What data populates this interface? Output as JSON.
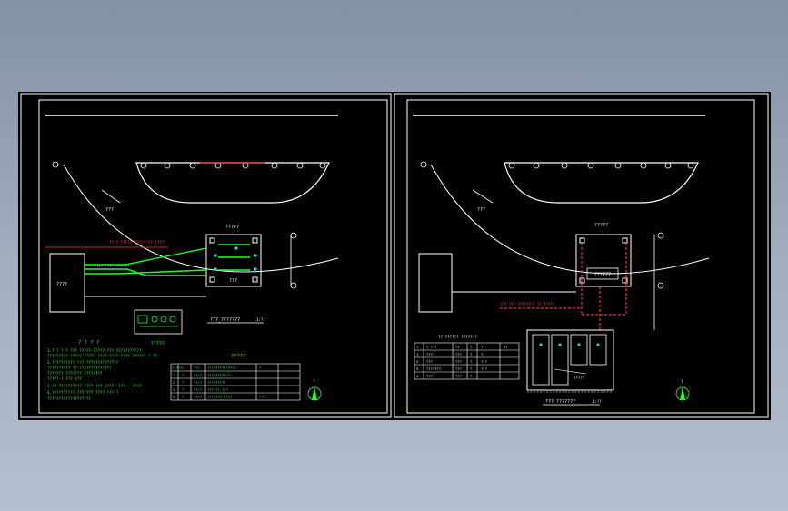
{
  "left_sheet": {
    "label_arc": "???",
    "label_box": "????",
    "label_panel_top": "?????",
    "label_panel_bottom": "???",
    "label_green_top": "????-????? ???????? ????",
    "label_green_mid": "???-??? ???????",
    "label_caption": "???_??????? ",
    "label_caption_scale": "1:??",
    "label_small_panel": "?????",
    "notes_title": "? ? ? ?",
    "notes": [
      "1.? ? ? ? ??? ?????-????? ??? ???????????",
      "  ????????? ?????-????? ????-???? ???? ?????? ? ??",
      "2.?????????? ??????????????????",
      "  ??????????  ??-??????????????",
      "  ??????? ??????? ????????",
      "  ?????-? ??? ???",
      "3.?? ?????????? ???? ??? ????? ???-- ????",
      "4.?????????? ??????? ???? ??? ?",
      "  ???????????????????"
    ],
    "table_title": "?????",
    "table_rows": [
      [
        "?????",
        "?",
        "???",
        "??????????????",
        "?"
      ],
      [
        "1",
        "?",
        "????",
        "???????????",
        ""
      ],
      [
        "2",
        "?",
        "????",
        "?????????",
        ""
      ],
      [
        "3",
        "?",
        "????",
        "???-?? ???",
        ""
      ],
      [
        "4",
        "?",
        "????",
        "??????? ????",
        "???"
      ]
    ],
    "north": "?"
  },
  "right_sheet": {
    "label_arc": "???",
    "label_panel_top": "?????",
    "label_panel_mid": "??????",
    "label_red": "???-??? ???????? ?? ?????",
    "label_caption": "???_??????? ",
    "label_caption_scale": "1:??",
    "label_cabinet_top": "?????",
    "table_title": "????????? ???????",
    "table_rows": [
      [
        "?",
        "? ? ?",
        "??",
        "?",
        "??",
        "??"
      ],
      [
        "1",
        "????",
        "???",
        "?",
        "?",
        ""
      ],
      [
        "2",
        "???",
        "???",
        "?",
        "???",
        ""
      ],
      [
        "3",
        "???????",
        "???",
        "?",
        "???",
        ""
      ],
      [
        "4",
        "????",
        "???",
        "?",
        "",
        ""
      ]
    ],
    "cabinet_bottom": "??? ??????? ",
    "cabinet_scale": "1:??",
    "north": "?"
  }
}
